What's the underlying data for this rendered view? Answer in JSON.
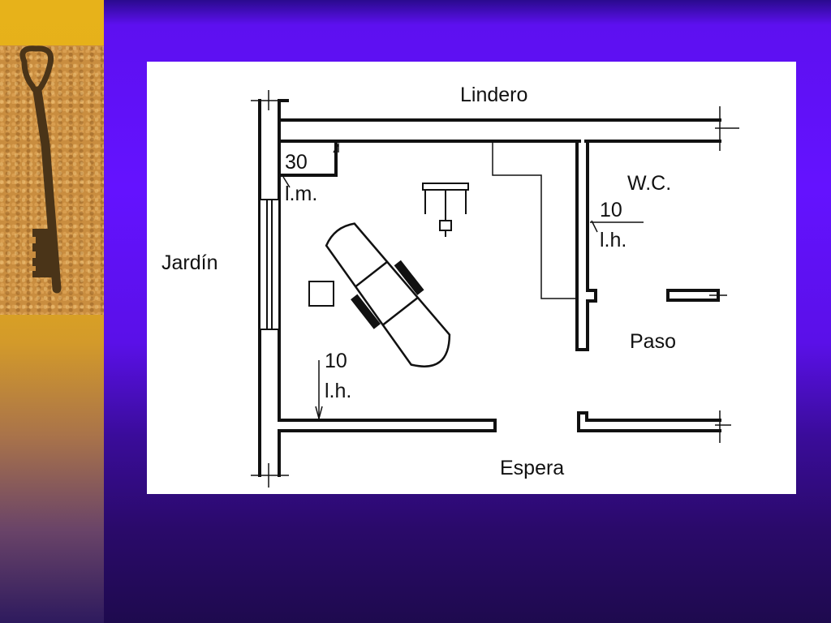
{
  "slide": {
    "colors": {
      "background": "#6412ff",
      "side_strip": "#e7b21a",
      "drawing_bg": "#ffffff",
      "line": "#111111"
    }
  },
  "floorplan": {
    "labels": {
      "lindero": "Lindero",
      "jardin": "Jardín",
      "espera": "Espera",
      "wc": "W.C.",
      "paso": "Paso"
    },
    "dimensions": {
      "top_left_value": "30",
      "top_left_unit": "l.m.",
      "wc_wall_value": "10",
      "wc_wall_unit": "l.h.",
      "bottom_left_value": "10",
      "bottom_left_unit": "l.h."
    }
  }
}
